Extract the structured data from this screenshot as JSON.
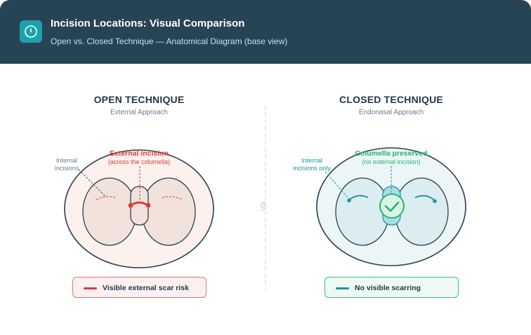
{
  "header": {
    "icon": "compass-icon",
    "title": "Incision Locations: Visual Comparison",
    "subtitle": "Open vs. Closed Technique — Anatomical Diagram (base view)"
  },
  "open": {
    "title": "OPEN TECHNIQUE",
    "subtitle": "External Approach",
    "callout_title": "External incision",
    "callout_sub": "(across the columella)",
    "side_label_1": "Internal",
    "side_label_2": "incisions",
    "legend": "Visible external scar risk",
    "color": "#e03a3a"
  },
  "closed": {
    "title": "CLOSED TECHNIQUE",
    "subtitle": "Endonasal Approach",
    "callout_title": "Columella preserved",
    "callout_sub": "(no external incision)",
    "side_label_1": "Internal",
    "side_label_2": "incisions only",
    "legend": "No visible scarring",
    "color": "#1f93a1",
    "accent": "#26b56e"
  },
  "divider": {
    "label": "VS"
  }
}
